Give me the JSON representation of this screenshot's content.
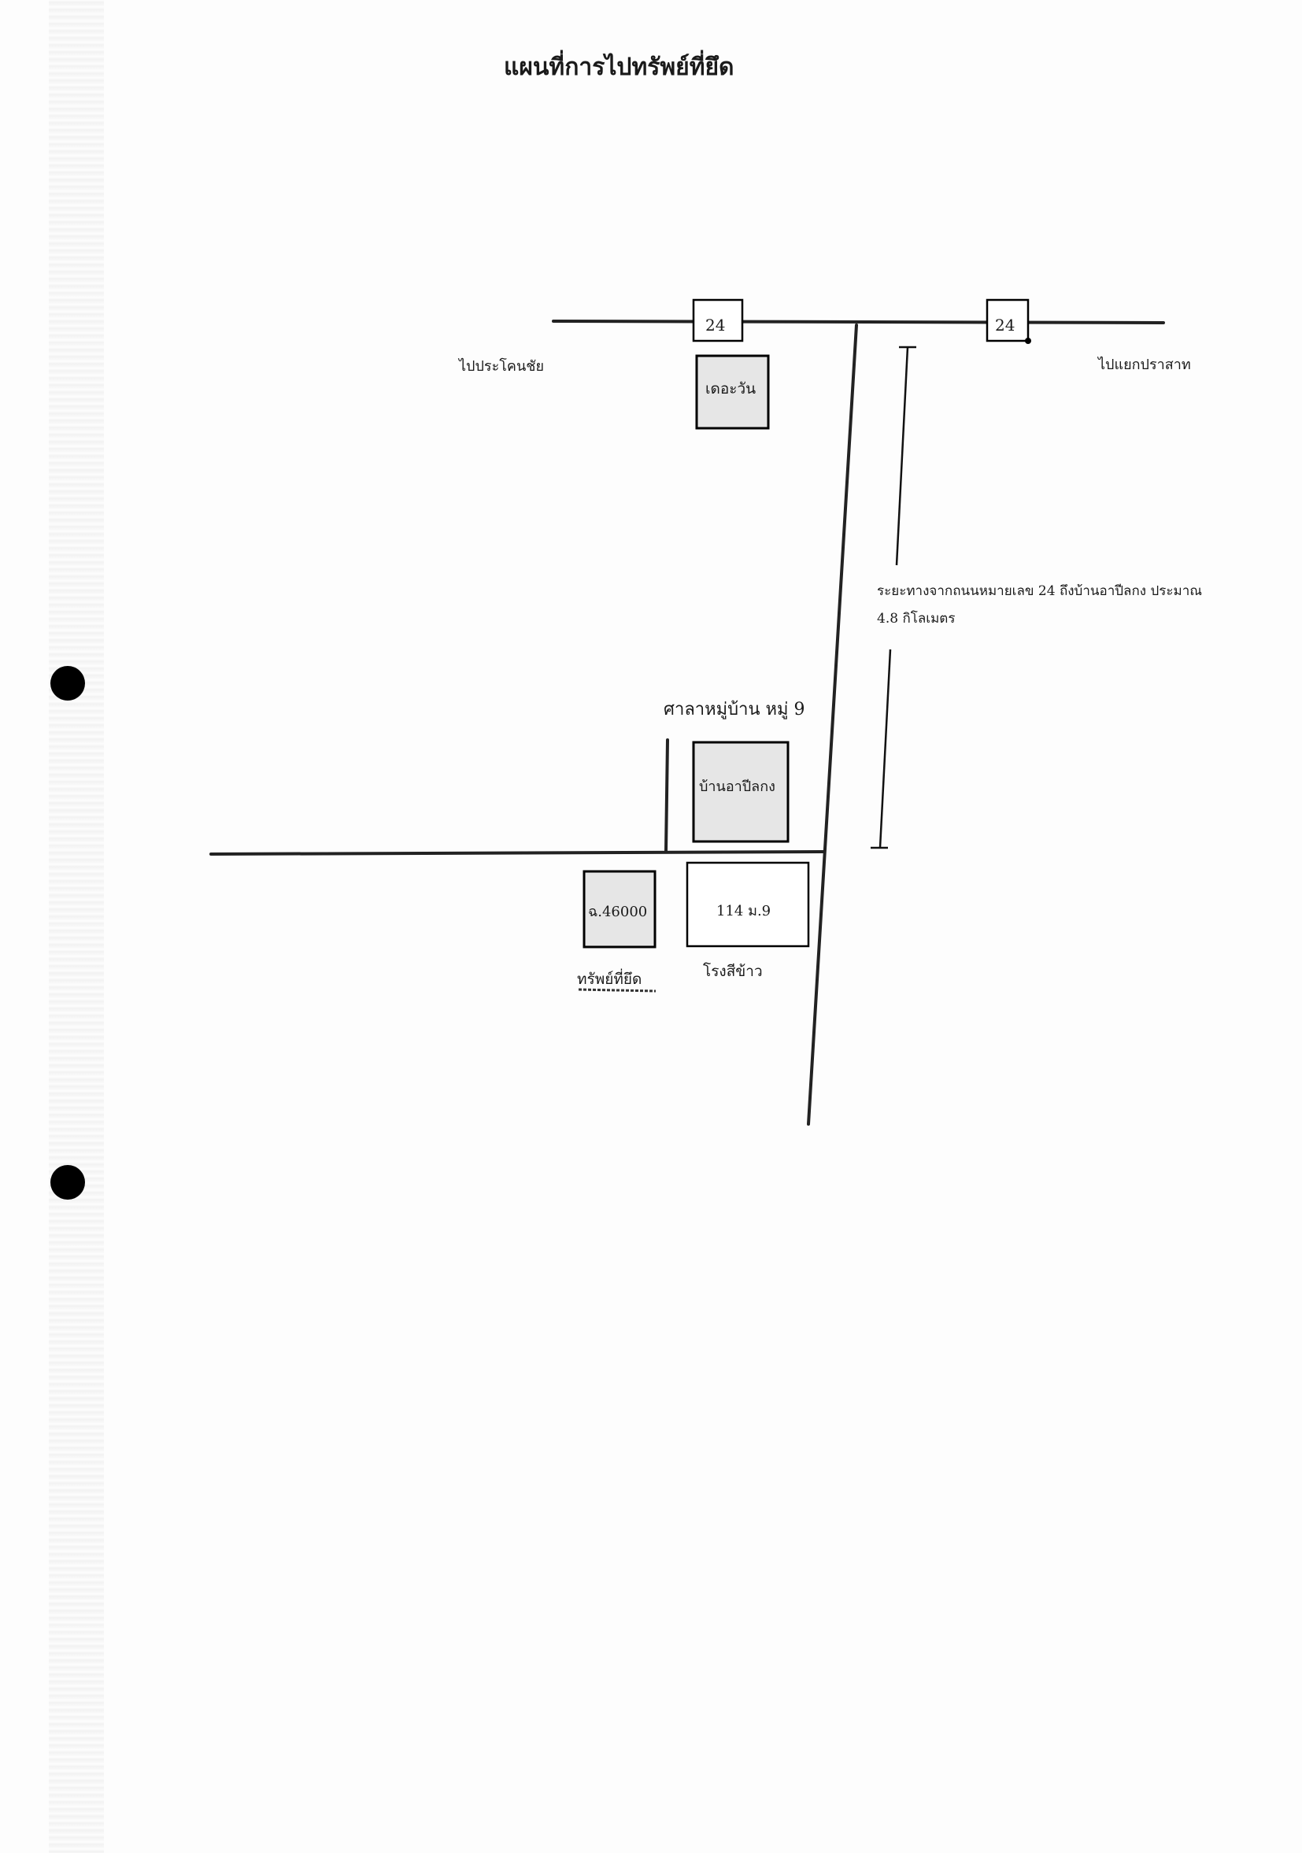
{
  "map": {
    "title": "แผนที่การไปทรัพย์ที่ยึด",
    "route_marker_left": "24",
    "route_marker_right": "24",
    "direction_left": "ไปประโคนชัย",
    "direction_right": "ไปแยกปราสาท",
    "landmark_the_one": "เดอะวัน",
    "distance_note_line1": "ระยะทางจากถนนหมายเลข 24 ถึงบ้านอาปีลกง ประมาณ",
    "distance_note_line2": "4.8 กิโลเมตร",
    "village_hall": "ศาลาหมู่บ้าน หมู่ 9",
    "house_name": "บ้านอาปีลกง",
    "plot_deed": "ฉ.46000",
    "plot_label": "ทรัพย์ที่ยึด",
    "mill_address": "114 ม.9",
    "mill_label": "โรงสีข้าว"
  }
}
